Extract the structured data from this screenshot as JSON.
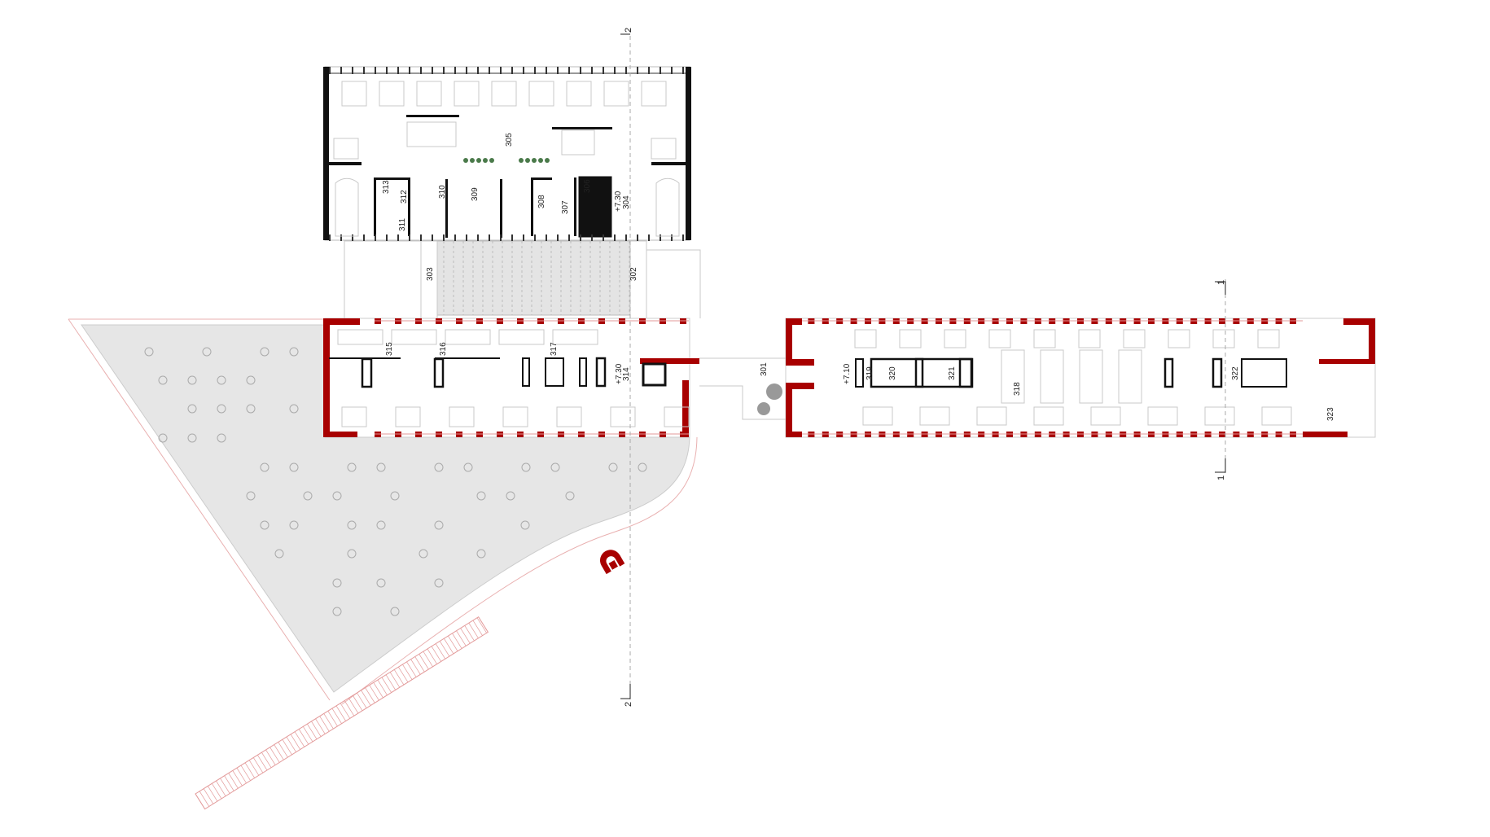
{
  "title": "Floor plan level +3",
  "colors": {
    "accent_red": "#a80000",
    "plaza_gray": "#e6e6e6",
    "wall_black": "#111111",
    "furniture_gray": "#c8c8c8"
  },
  "section_marks": {
    "s2_top": "2",
    "s2_bottom": "2",
    "s1_top": "1",
    "s1_bottom": "1"
  },
  "levels": {
    "north_block": "+7.30",
    "middle_block": "+7.30",
    "east_block": "+7.10"
  },
  "rooms": {
    "r301": "301",
    "r302": "302",
    "r303": "303",
    "r304": "304",
    "r305": "305",
    "r306": "306",
    "r307": "307",
    "r308": "308",
    "r309": "309",
    "r310": "310",
    "r311": "311",
    "r312": "312",
    "r313": "313",
    "r314": "314",
    "r315": "315",
    "r316": "316",
    "r317": "317",
    "r318": "318",
    "r319": "319",
    "r320": "320",
    "r321": "321",
    "r322": "322",
    "r323": "323"
  },
  "icons": {
    "north": "north-arrow-icon"
  }
}
